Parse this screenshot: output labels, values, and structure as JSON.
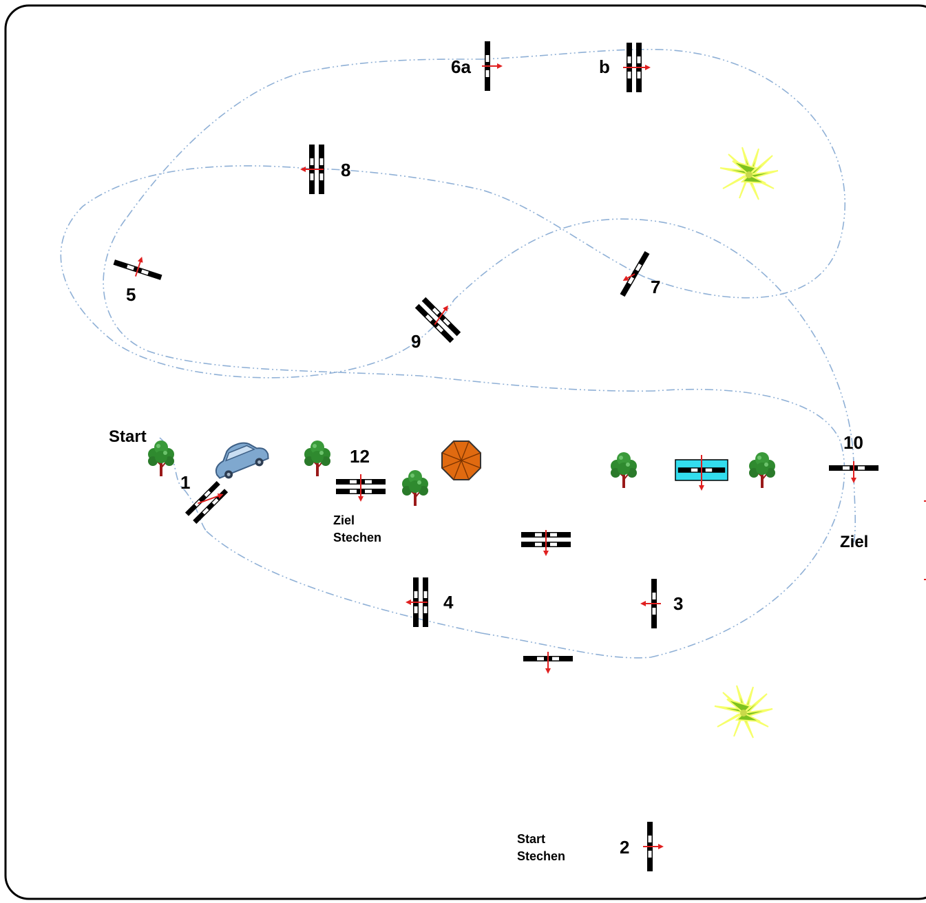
{
  "labels": {
    "start": "Start",
    "j1": "1",
    "j2": "2",
    "start_jumpoff_1": "Start",
    "start_jumpoff_2": "Stechen",
    "j3": "3",
    "j4": "4",
    "j5": "5",
    "j6a": "6a",
    "j6b": "b",
    "j7": "7",
    "j8": "8",
    "j9": "9",
    "j10": "10",
    "finish": "Ziel",
    "j12": "12",
    "finish_jumpoff_1": "Ziel",
    "finish_jumpoff_2": "Stechen"
  },
  "icons": {
    "tree": "tree-icon",
    "car": "car-icon",
    "umbrella": "umbrella-icon",
    "plant": "plant-icon",
    "water": "water-jump-icon"
  },
  "colors": {
    "border": "#000000",
    "path": "#8fb0d6",
    "arrow": "#e02020",
    "water": "#33ddee",
    "umbrella": "#e06a10",
    "tree_leaf": "#2f8a2f",
    "tree_trunk": "#9a1a1a",
    "plant_leaf": "#7ec21f",
    "car_body": "#7fa8cf"
  }
}
